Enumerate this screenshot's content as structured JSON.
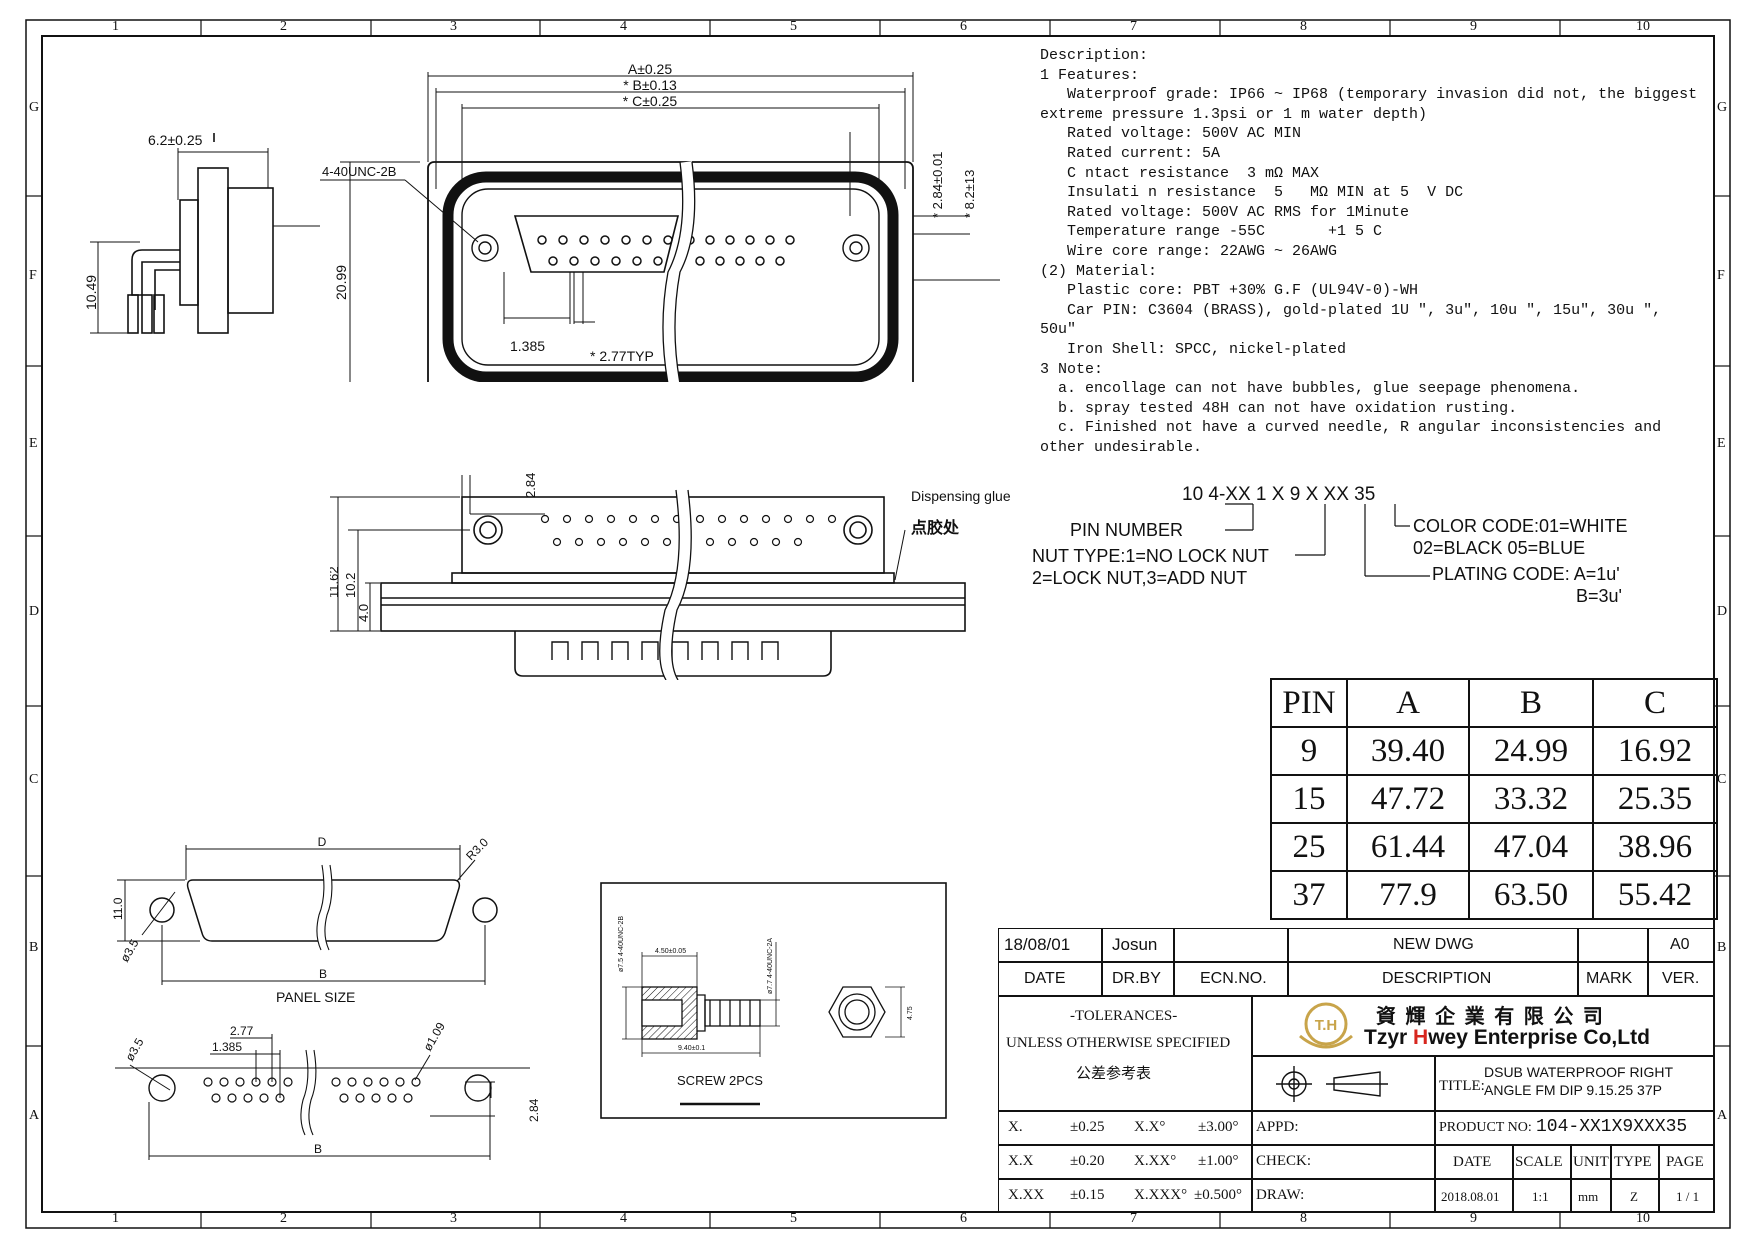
{
  "frame": {
    "columns": [
      "1",
      "2",
      "3",
      "4",
      "5",
      "6",
      "7",
      "8",
      "9",
      "10"
    ],
    "rows": [
      "G",
      "F",
      "E",
      "D",
      "C",
      "B",
      "A"
    ]
  },
  "description": {
    "lines": [
      "Description:",
      "1 Features:",
      "   Waterproof grade: IP66 ~ IP68 (temporary invasion did not, the biggest",
      "extreme pressure 1.3psi or 1 m water depth)",
      "   Rated voltage: 500V AC MIN",
      "   Rated current: 5A",
      "   C ntact resistance  3 mΩ MAX",
      "   Insulati n resistance  5   MΩ MIN at 5  V DC",
      "   Rated voltage: 500V AC RMS for 1Minute",
      "   Temperature range -55C       +1 5 C",
      "   Wire core range: 22AWG ~ 26AWG",
      "(2) Material:",
      "   Plastic core: PBT +30% G.F (UL94V-0)-WH",
      "   Car PIN: C3604 (BRASS), gold-plated 1U \", 3u\", 10u \", 15u\", 30u \",",
      "50u\"",
      "   Iron Shell: SPCC, nickel-plated",
      "3 Note:",
      "  a. encollage can not have bubbles, glue seepage phenomena.",
      "  b. spray tested 48H can not have oxidation rusting.",
      "  c. Finished not have a curved needle, R angular inconsistencies and",
      "other undesirable."
    ]
  },
  "part_code": {
    "code": "10 4-XX 1 X 9 X XX 35",
    "pin_number": "PIN NUMBER",
    "nut_type_1": "NUT TYPE:1=NO LOCK NUT",
    "nut_type_2": "2=LOCK NUT,3=ADD NUT",
    "color_code_1": "COLOR CODE:01=WHITE",
    "color_code_2": "02=BLACK 05=BLUE",
    "plating_1": "PLATING CODE: A=1u'",
    "plating_2": "B=3u'"
  },
  "dimensions": {
    "a": "A±0.25",
    "b": "* B±0.13",
    "c": "* C±0.25",
    "h1": "* 2.84±0.01",
    "h2": "* 8.2±13",
    "thread": "4-40UNC-2B",
    "height": "20.99",
    "pitch_small": "1.385",
    "pitch": "* 2.77TYP",
    "side_w": "6.2±0.25",
    "side_h": "10.49",
    "front_284": "2.84",
    "front_1162": "11.62",
    "front_102": "10.2",
    "front_40": "4.0",
    "glue_en": "Dispensing glue",
    "glue_cn": "点胶处",
    "panel_d": "D",
    "panel_r": "R3.0",
    "panel_110": "11.0",
    "panel_35": "ø3.5",
    "panel_b": "B",
    "panel_title": "PANEL SIZE",
    "pcb_277": "2.77",
    "pcb_1385": "1.385",
    "pcb_109": "ø1.09",
    "pcb_35": "ø3.5",
    "pcb_284": "2.84",
    "pcb_b": "B",
    "screw_title": "SCREW 2PCS",
    "screw_a": "4.50±0.05",
    "screw_b": "9.40±0.1",
    "screw_c": "ø7.5 4-40UNC-2B",
    "screw_d": "ø7.7 4-40UNC-2A",
    "screw_e": "4.75"
  },
  "pin_table": {
    "headers": [
      "PIN",
      "A",
      "B",
      "C"
    ],
    "rows": [
      [
        "9",
        "39.40",
        "24.99",
        "16.92"
      ],
      [
        "15",
        "47.72",
        "33.32",
        "25.35"
      ],
      [
        "25",
        "61.44",
        "47.04",
        "38.96"
      ],
      [
        "37",
        "77.9",
        "63.50",
        "55.42"
      ]
    ]
  },
  "title_block": {
    "date_val": "18/08/01",
    "drby_val": "Josun",
    "desc_val": "NEW DWG",
    "ver_val": "A0",
    "date_h": "DATE",
    "drby_h": "DR.BY",
    "ecn_h": "ECN.NO.",
    "desc_h": "DESCRIPTION",
    "mark_h": "MARK",
    "ver_h": "VER.",
    "tol1": "-TOLERANCES-",
    "tol2": "UNLESS OTHERWISE SPECIFIED",
    "tol3": "公差参考表",
    "company_cn": "資 輝 企 業 有 限 公 司",
    "company_en_1": "Tzyr ",
    "company_en_2": "H",
    "company_en_3": "wey Enterprise Co,Ltd",
    "logo": "T.H",
    "title_label": "TITLE:",
    "title_1": "DSUB WATERPROOF RIGHT",
    "title_2": "ANGLE FM  DIP 9.15.25 37P",
    "product_label": "PRODUCT NO:",
    "product_no": "104-XX1X9XXX35",
    "tol_rows": [
      [
        "X.",
        "±0.25",
        "X.X°",
        "±3.00°"
      ],
      [
        "X.X",
        "±0.20",
        "X.XX°",
        "±1.00°"
      ],
      [
        "X.XX",
        "±0.15",
        "X.XXX°",
        "±0.500°"
      ]
    ],
    "appd": "APPD:",
    "check": "CHECK:",
    "draw": "DRAW:",
    "date_col": "DATE",
    "scale_col": "SCALE",
    "unit_col": "UNIT",
    "type_col": "TYPE",
    "page_col": "PAGE",
    "date_v": "2018.08.01",
    "scale_v": "1:1",
    "unit_v": "mm",
    "type_v": "Z",
    "page_v": "1 / 1",
    "red": "#d7261e",
    "gold": "#c8a44a"
  }
}
